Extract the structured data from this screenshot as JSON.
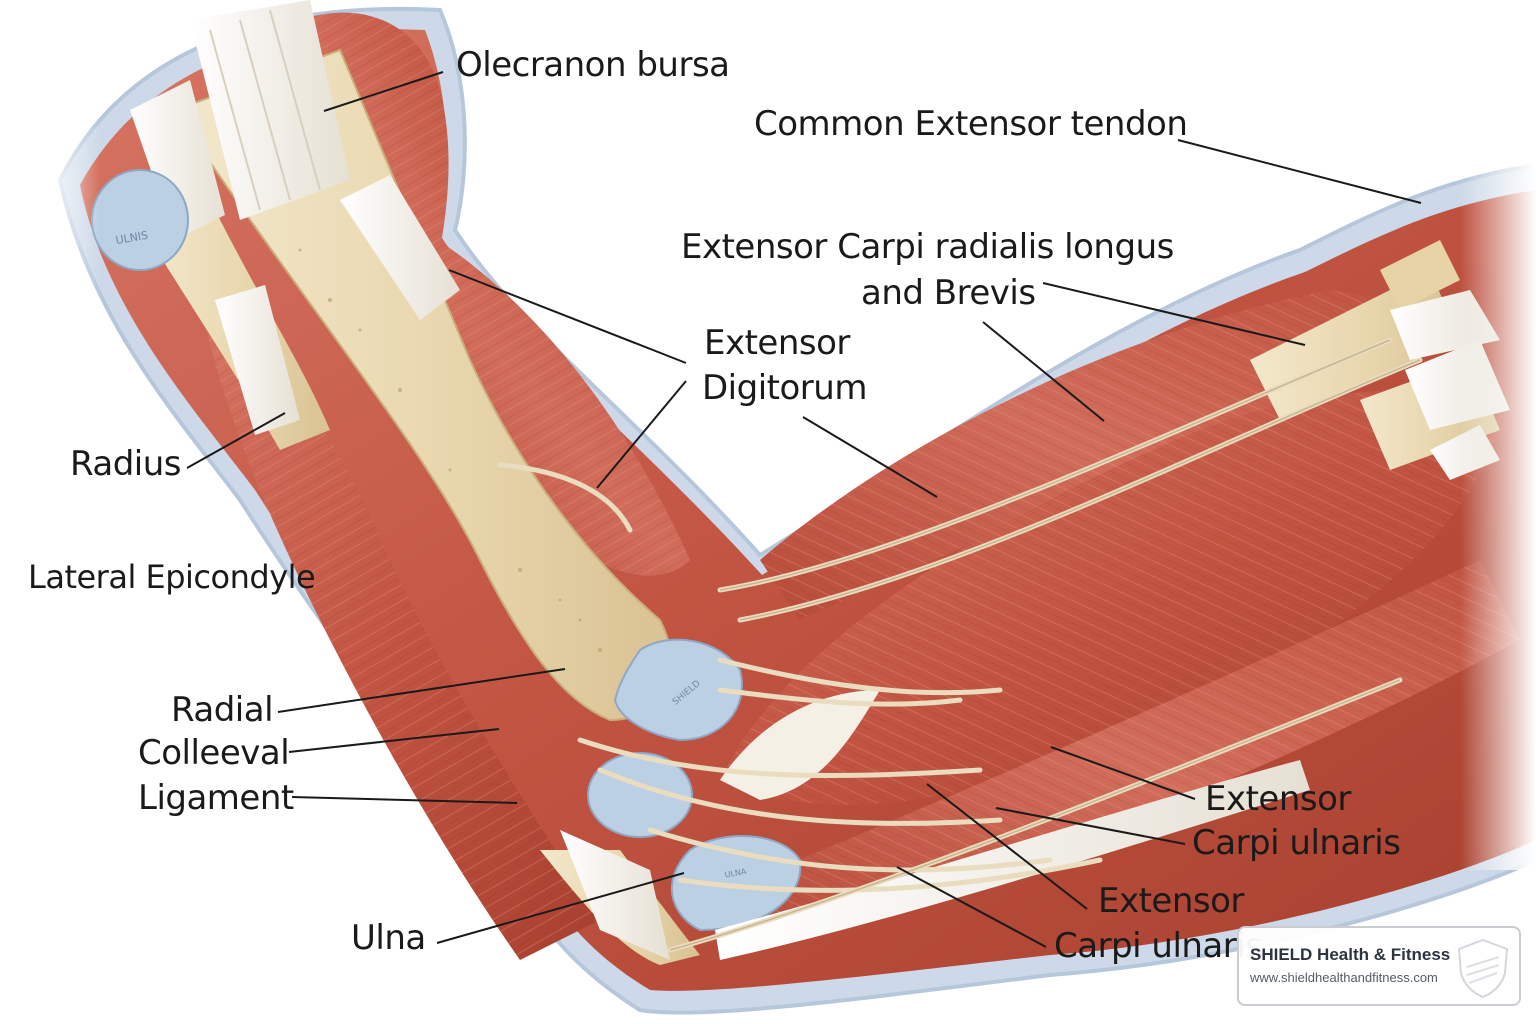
{
  "labels": {
    "olecranon_bursa": "Olecranon bursa",
    "common_extensor_tendon": "Common Extensor tendon",
    "ecr_longus_line1": "Extensor Carpi radialis longus",
    "ecr_longus_line2": "and Brevis",
    "extensor_digitorum_line1": "Extensor",
    "extensor_digitorum_line2": "Digitorum",
    "radius": "Radius",
    "lateral_epicondyle": "Lateral Epicondyle",
    "radial": "Radial",
    "colleeval": "Colleeval",
    "ligament": "Ligament",
    "ulna": "Ulna",
    "ecu_a_line1": "Extensor",
    "ecu_a_line2": "Carpi ulnaris",
    "ecu_b_line1": "Extensor",
    "ecu_b_line2": "Carpi ulnaris"
  },
  "bone_inscriptions": {
    "left_cartilage": "ULNIS",
    "joint_cartilage": "SHIELD",
    "lower_cartilage": "ULNA"
  },
  "branding": {
    "name": "SHIELD Health & Fitness",
    "url": "www.shieldhealthandfitness.com"
  },
  "colors": {
    "muscle": "#c65a48",
    "bone": "#ecdcb6",
    "tendon": "#f6f1e8",
    "cartilage": "#bcd0e4",
    "outline": "#cdd9e8",
    "leader": "#1a1a1a"
  },
  "icons": [
    "shield-logo-icon"
  ]
}
